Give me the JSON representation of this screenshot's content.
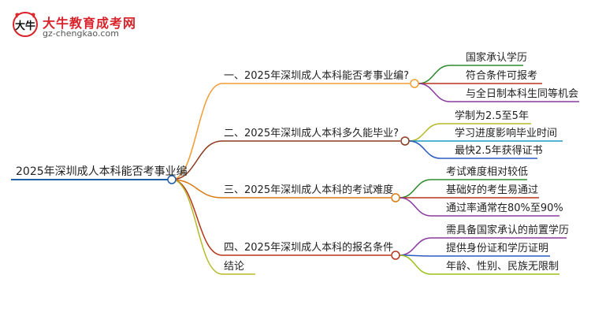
{
  "logo": {
    "name": "大牛教育成考网",
    "url": "gz-chengkao.com",
    "mark_text": "大牛"
  },
  "colors": {
    "root_line": "#1f5fa8",
    "orange": "#f39c34",
    "brown": "#8b3a1e",
    "amber": "#d97a12",
    "red": "#b5361b",
    "olive": "#b8b82a",
    "green": "#2e8a2e",
    "purple": "#8a3aa0",
    "teal": "#1b9cc8",
    "blue": "#2a5bc0",
    "lime": "#9bc21a"
  },
  "root": {
    "label": "2025年深圳成人本科能否考事业编"
  },
  "branches": [
    {
      "label": "一、2025年深圳成人本科能否考事业编?",
      "children": [
        "国家承认学历",
        "符合条件可报考",
        "与全日制本科生同等机会"
      ]
    },
    {
      "label": "二、2025年深圳成人本科多久能毕业?",
      "children": [
        "学制为2.5至5年",
        "学习进度影响毕业时间",
        "最快2.5年获得证书"
      ]
    },
    {
      "label": "三、2025年深圳成人本科的考试难度",
      "children": [
        "考试难度相对较低",
        "基础好的考生易通过",
        "通过率通常在80%至90%"
      ]
    },
    {
      "label": "四、2025年深圳成人本科的报名条件",
      "children": [
        "需具备国家承认的前置学历",
        "提供身份证和学历证明",
        "年龄、性别、民族无限制"
      ]
    },
    {
      "label": "结论",
      "children": []
    }
  ]
}
